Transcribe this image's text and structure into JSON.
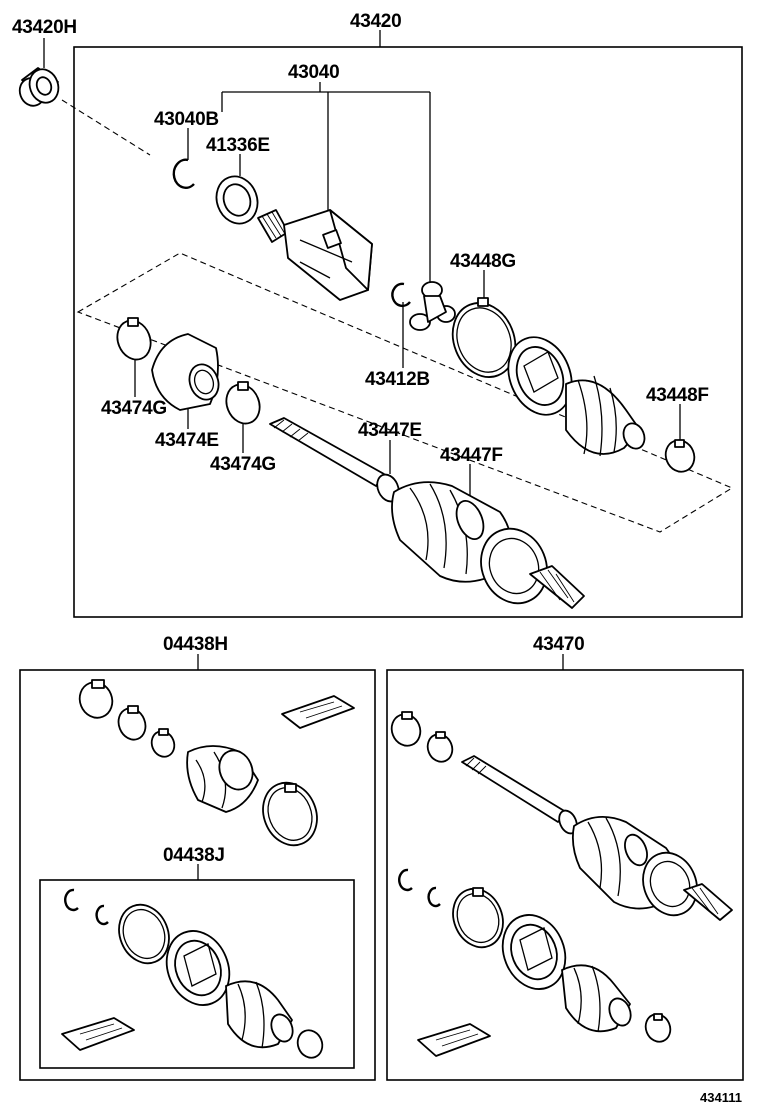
{
  "labels": {
    "assembly_main": "43420",
    "bearing": "43420H",
    "inboard_joint": "43040",
    "snap_ring_inner": "43040B",
    "inner_ring": "41336E",
    "boot_band_large_inner": "43448G",
    "snap_ring_tripod": "43412B",
    "boot_band_small_inner": "43448F",
    "damper_band_left": "43474G",
    "damper": "43474E",
    "damper_band_right": "43474G",
    "boot_band_outer_small": "43447E",
    "boot_band_outer_large": "43447F",
    "boot_kit_outer": "04438H",
    "boot_kit_inner": "04438J",
    "shaft_assembly": "43470"
  },
  "diagram_code": "434111"
}
